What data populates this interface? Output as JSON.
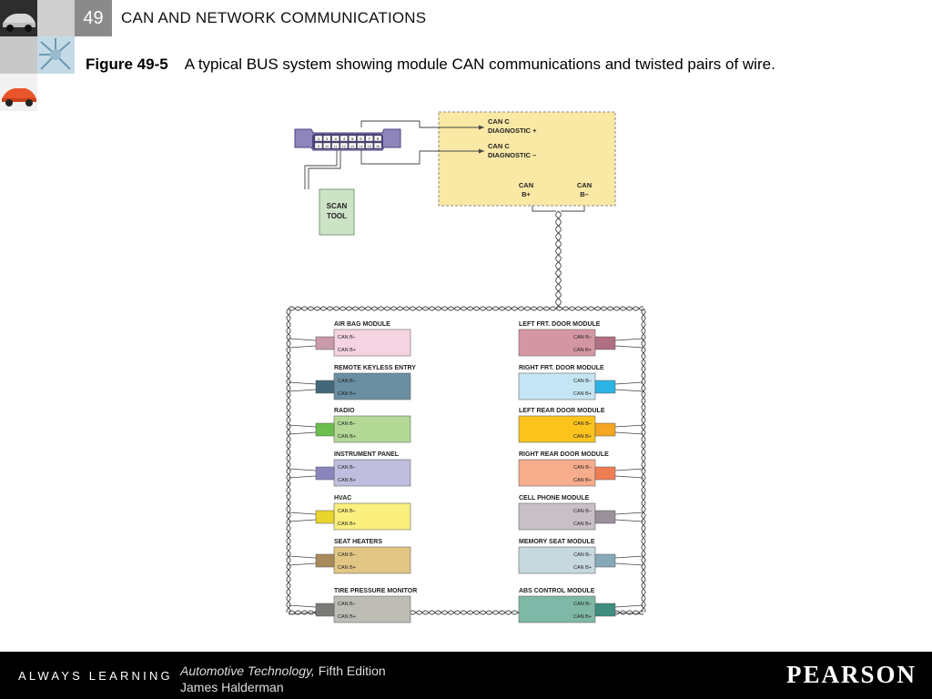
{
  "header": {
    "chapter_number": "49",
    "chapter_title": "CAN AND NETWORK COMMUNICATIONS"
  },
  "caption": {
    "figure_label": "Figure 49-5",
    "text": "A typical BUS system showing module CAN communications and twisted pairs of wire."
  },
  "diagram": {
    "connector_pins_top": [
      "1",
      "2",
      "3",
      "4",
      "5",
      "6",
      "7",
      "8"
    ],
    "connector_pins_bottom": [
      "9",
      "10",
      "11",
      "12",
      "13",
      "14",
      "15",
      "16"
    ],
    "scan_tool": [
      "SCAN",
      "TOOL"
    ],
    "gateway": {
      "diag_plus": [
        "CAN C",
        "DIAGNOSTIC +"
      ],
      "diag_minus": [
        "CAN C",
        "DIAGNOSTIC –"
      ],
      "can_b_plus": [
        "CAN",
        "B+"
      ],
      "can_b_minus": [
        "CAN",
        "B–"
      ]
    },
    "pin_minus": "CAN B–",
    "pin_plus": "CAN B+",
    "modules_left": [
      {
        "name": "AIR BAG MODULE",
        "color": "#f5d3e1",
        "plug": "#c99aab"
      },
      {
        "name": "REMOTE KEYLESS ENTRY",
        "color": "#6a8ea2",
        "plug": "#426879"
      },
      {
        "name": "RADIO",
        "color": "#b4d996",
        "plug": "#6bbd4f"
      },
      {
        "name": "INSTRUMENT PANEL",
        "color": "#c0bedf",
        "plug": "#8a86bd"
      },
      {
        "name": "HVAC",
        "color": "#fbef7e",
        "plug": "#e8d52d"
      },
      {
        "name": "SEAT HEATERS",
        "color": "#e2c684",
        "plug": "#a8895a"
      },
      {
        "name": "TIRE PRESSURE MONITOR",
        "color": "#bdbcb5",
        "plug": "#7a7a78"
      }
    ],
    "modules_right": [
      {
        "name": "LEFT FRT. DOOR MODULE",
        "color": "#d596a4",
        "plug": "#b06f82"
      },
      {
        "name": "RIGHT FRT. DOOR MODULE",
        "color": "#c4e5f3",
        "plug": "#2bb4e3"
      },
      {
        "name": "LEFT REAR DOOR MODULE",
        "color": "#fcc31d",
        "plug": "#f5a623"
      },
      {
        "name": "RIGHT REAR DOOR MODULE",
        "color": "#f7ac8c",
        "plug": "#ef7d54"
      },
      {
        "name": "CELL PHONE MODULE",
        "color": "#c9bfc7",
        "plug": "#9a9099"
      },
      {
        "name": "MEMORY SEAT MODULE",
        "color": "#c7d8df",
        "plug": "#86a9ba"
      },
      {
        "name": "ABS CONTROL MODULE",
        "color": "#7fb8a6",
        "plug": "#3e8d7e"
      }
    ],
    "colors": {
      "connector": "#8e86bb",
      "scan_tool": "#cde3c6",
      "gateway_fill": "#fae8a5",
      "wire": "#444444"
    }
  },
  "footer": {
    "tagline": "ALWAYS LEARNING",
    "book_title": "Automotive Technology,",
    "edition": " Fifth Edition",
    "author": "James Halderman",
    "publisher": "PEARSON"
  }
}
